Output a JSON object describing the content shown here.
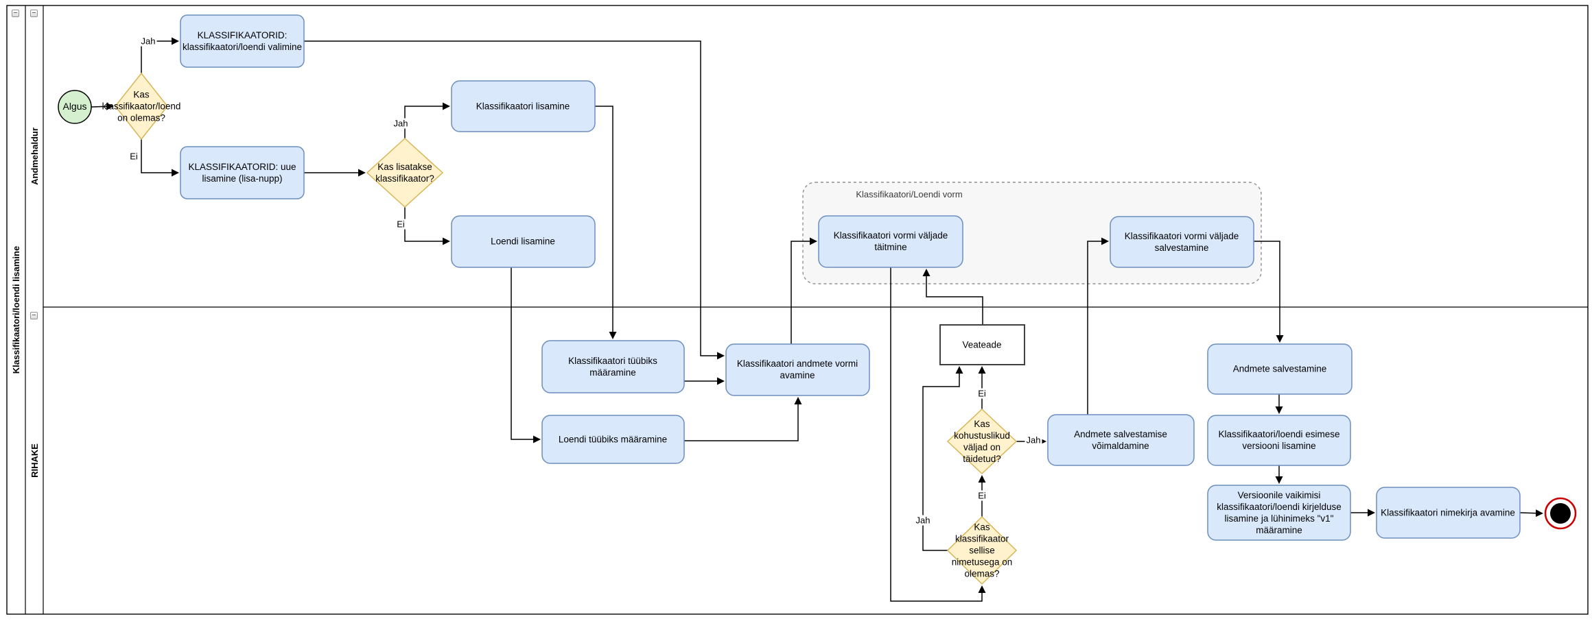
{
  "pool": {
    "title": "Klassifikaatori/loendi lisamine",
    "lanes": [
      {
        "name": "Andmehaldur"
      },
      {
        "name": "RIHAKE"
      }
    ]
  },
  "ui": {
    "collapse_glyph": "−"
  },
  "group": {
    "label": "Klassifikaatori/Loendi vorm"
  },
  "nodes": {
    "start": {
      "label": "Algus"
    },
    "decision_olemas": {
      "label": "Kas klassifikaator/loend on olemas?"
    },
    "task_valimine": {
      "label": "KLASSIFIKAATORID: klassifikaatori/loendi valimine"
    },
    "task_uue_lisamine": {
      "label": "KLASSIFIKAATORID: uue lisamine (lisa-nupp)"
    },
    "decision_lisatakse": {
      "label": "Kas lisatakse klassifikaator?"
    },
    "task_klassifikaatori_lisamine": {
      "label": "Klassifikaatori lisamine"
    },
    "task_loendi_lisamine": {
      "label": "Loendi lisamine"
    },
    "task_taitmine": {
      "label": "Klassifikaatori vormi väljade täitmine"
    },
    "task_vormi_salvestamine": {
      "label": "Klassifikaatori vormi väljade salvestamine"
    },
    "task_kl_tuubiks": {
      "label": "Klassifikaatori tüübiks määramine"
    },
    "task_loendi_tuubiks": {
      "label": "Loendi tüübiks määramine"
    },
    "task_vormi_avamine": {
      "label": "Klassifikaatori andmete vormi avamine"
    },
    "veateade": {
      "label": "Veateade"
    },
    "decision_kohustuslikud": {
      "label": "Kas kohustuslikud väljad on täidetud?"
    },
    "decision_nimetusega": {
      "label": "Kas klassifikaator sellise nimetusega on olemas?"
    },
    "task_voimaldamine": {
      "label": "Andmete salvestamise võimaldamine"
    },
    "task_andmete_salvestamine": {
      "label": "Andmete salvestamine"
    },
    "task_esimene_versioon": {
      "label": "Klassifikaatori/loendi esimese versiooni lisamine"
    },
    "task_versioonile": {
      "label": "Versioonile vaikimisi klassifikaatori/loendi kirjelduse lisamine ja lühinimeks \"v1\" määramine"
    },
    "task_nimekirja": {
      "label": "Klassifikaatori nimekirja avamine"
    }
  },
  "edge_labels": {
    "olemas_yes": "Jah",
    "olemas_no": "Ei",
    "lisatakse_yes": "Jah",
    "lisatakse_no": "Ei",
    "nimetusega_no": "Ei",
    "nimetusega_yes": "Jah",
    "kohustuslikud_no": "Ei",
    "kohustuslikud_yes": "Jah"
  },
  "colors": {
    "task_fill": "#dae8fc",
    "task_stroke": "#6c8ebf",
    "decision_fill": "#fff2cc",
    "decision_stroke": "#d6b656",
    "start_fill": "#d5f0cf",
    "group_fill": "#f7f7f7",
    "group_stroke": "#909090",
    "end_ring": "#cc0000",
    "line": "#000000"
  }
}
